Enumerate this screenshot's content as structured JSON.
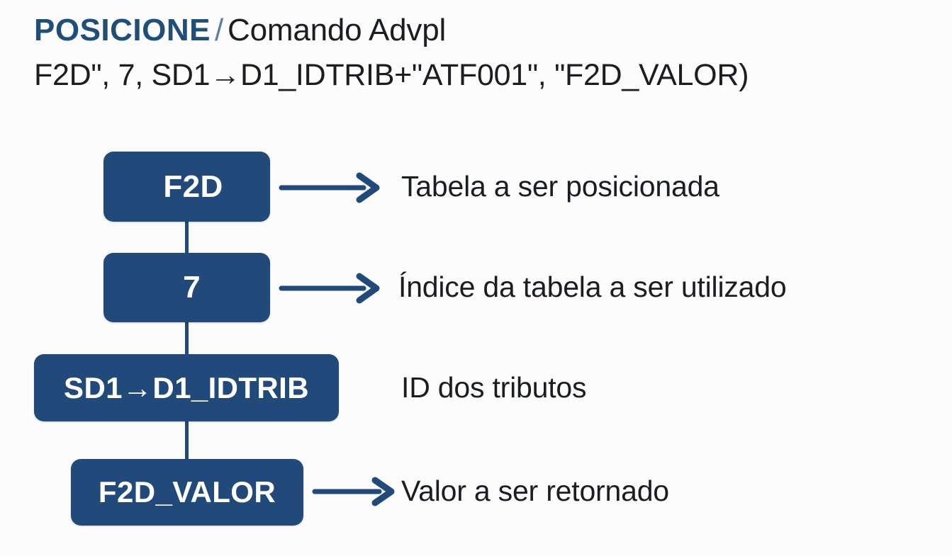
{
  "header": {
    "keyword": "POSICIONE",
    "separator": "/",
    "subtitle": "Comando Advpl",
    "signature": "F2D\", 7, SD1→D1_IDTRIB+\"ATF001\", \"F2D_VALOR)"
  },
  "colors": {
    "node_fill": "#21497A",
    "node_text": "#FFFFFF",
    "keyword": "#1F4E79",
    "separator": "#5B7FA6",
    "body_text": "#1A1D21",
    "arrow": "#21497A",
    "background": "#FCFCFC"
  },
  "diagram": {
    "type": "annotated-parameter-breakdown",
    "orientation": "vertical-chain",
    "nodes": [
      {
        "id": "node-0",
        "label": "F2D",
        "description": "Tabela a ser posicionada",
        "has_arrow": true,
        "has_connector_below": true
      },
      {
        "id": "node-1",
        "label": "7",
        "description": "Índice da tabela a ser utilizado",
        "has_arrow": true,
        "has_connector_below": true
      },
      {
        "id": "node-2",
        "label": "SD1→D1_IDTRIB",
        "description": "ID dos tributos",
        "has_arrow": false,
        "has_connector_below": true
      },
      {
        "id": "node-3",
        "label": "F2D_VALOR",
        "description": "Valor a ser retornado",
        "has_arrow": true,
        "has_connector_below": false
      }
    ]
  }
}
